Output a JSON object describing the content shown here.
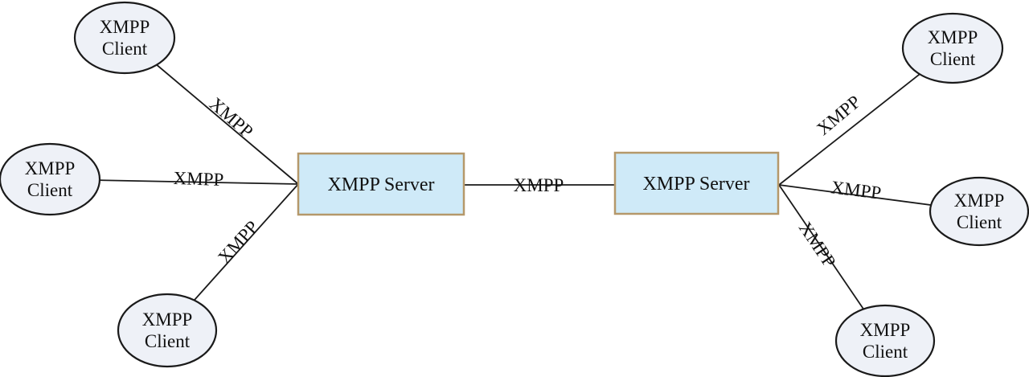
{
  "diagram_title": "XMPP client-server network diagram",
  "colors": {
    "background": "#ffffff",
    "client_fill": "#eef1f7",
    "client_border": "#1a1a1a",
    "server_fill": "#cfeaf8",
    "server_border": "#b5986a",
    "edge_line": "#1a1a1a",
    "text": "#111111"
  },
  "nodes": {
    "servers": [
      {
        "id": "server-left",
        "label": "XMPP Server"
      },
      {
        "id": "server-right",
        "label": "XMPP Server"
      }
    ],
    "clients": [
      {
        "id": "client-top-left",
        "position": "top-left",
        "label_line1": "XMPP",
        "label_line2": "Client"
      },
      {
        "id": "client-middle-left",
        "position": "middle-left",
        "label_line1": "XMPP",
        "label_line2": "Client"
      },
      {
        "id": "client-bottom-left",
        "position": "bottom-left",
        "label_line1": "XMPP",
        "label_line2": "Client"
      },
      {
        "id": "client-top-right",
        "position": "top-right",
        "label_line1": "XMPP",
        "label_line2": "Client"
      },
      {
        "id": "client-middle-right",
        "position": "middle-right",
        "label_line1": "XMPP",
        "label_line2": "Client"
      },
      {
        "id": "client-bottom-right",
        "position": "bottom-right",
        "label_line1": "XMPP",
        "label_line2": "Client"
      }
    ]
  },
  "edges": [
    {
      "from": "client-top-left",
      "to": "server-left",
      "label": "XMPP"
    },
    {
      "from": "client-middle-left",
      "to": "server-left",
      "label": "XMPP"
    },
    {
      "from": "client-bottom-left",
      "to": "server-left",
      "label": "XMPP"
    },
    {
      "from": "server-left",
      "to": "server-right",
      "label": "XMPP"
    },
    {
      "from": "server-right",
      "to": "client-top-right",
      "label": "XMPP"
    },
    {
      "from": "server-right",
      "to": "client-middle-right",
      "label": "XMPP"
    },
    {
      "from": "server-right",
      "to": "client-bottom-right",
      "label": "XMPP"
    }
  ]
}
